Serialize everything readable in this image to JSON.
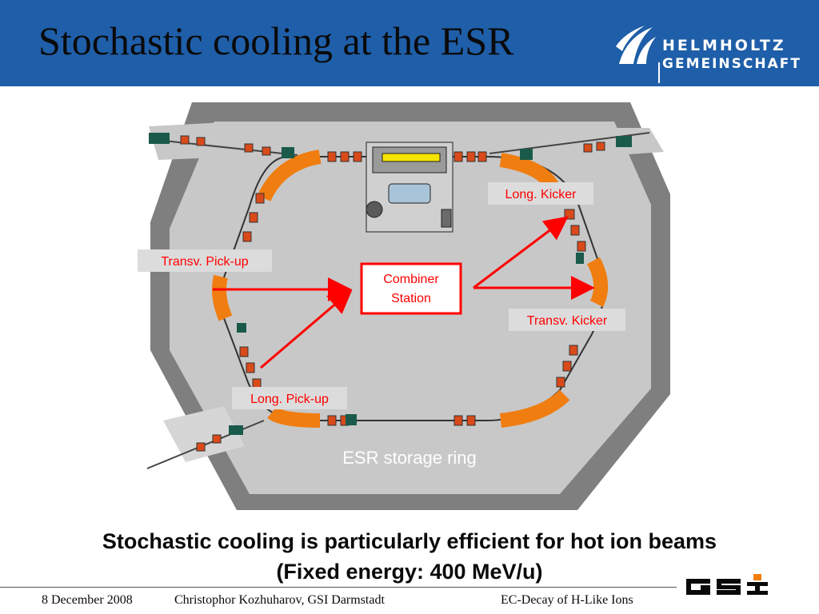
{
  "header": {
    "title": "Stochastic cooling at the ESR"
  },
  "logo": {
    "line1": "HELMHOLTZ",
    "line2": "GEMEINSCHAFT"
  },
  "diagram": {
    "labels": {
      "long_kicker": "Long. Kicker",
      "transv_pickup": "Transv. Pick-up",
      "combiner_line1": "Combiner",
      "combiner_line2": "Station",
      "transv_kicker": "Transv. Kicker",
      "long_pickup": "Long. Pick-up",
      "ring": "ESR storage ring"
    },
    "colors": {
      "header": "#1f5ea8",
      "walls": "#7f7f7f",
      "floor": "#c8c8c8",
      "dipole": "#f07d10",
      "quadrupole": "#d94a1a",
      "arrow": "#ff0000"
    }
  },
  "caption": {
    "line1": "Stochastic cooling is particularly efficient for hot ion beams",
    "line2": "(Fixed energy: 400 MeV/u)"
  },
  "footer": {
    "date": "8 December 2008",
    "author": "Christophor Kozhuharov, GSI Darmstadt",
    "talk": "EC-Decay of H-Like Ions",
    "gsi_logo": "GSI"
  }
}
